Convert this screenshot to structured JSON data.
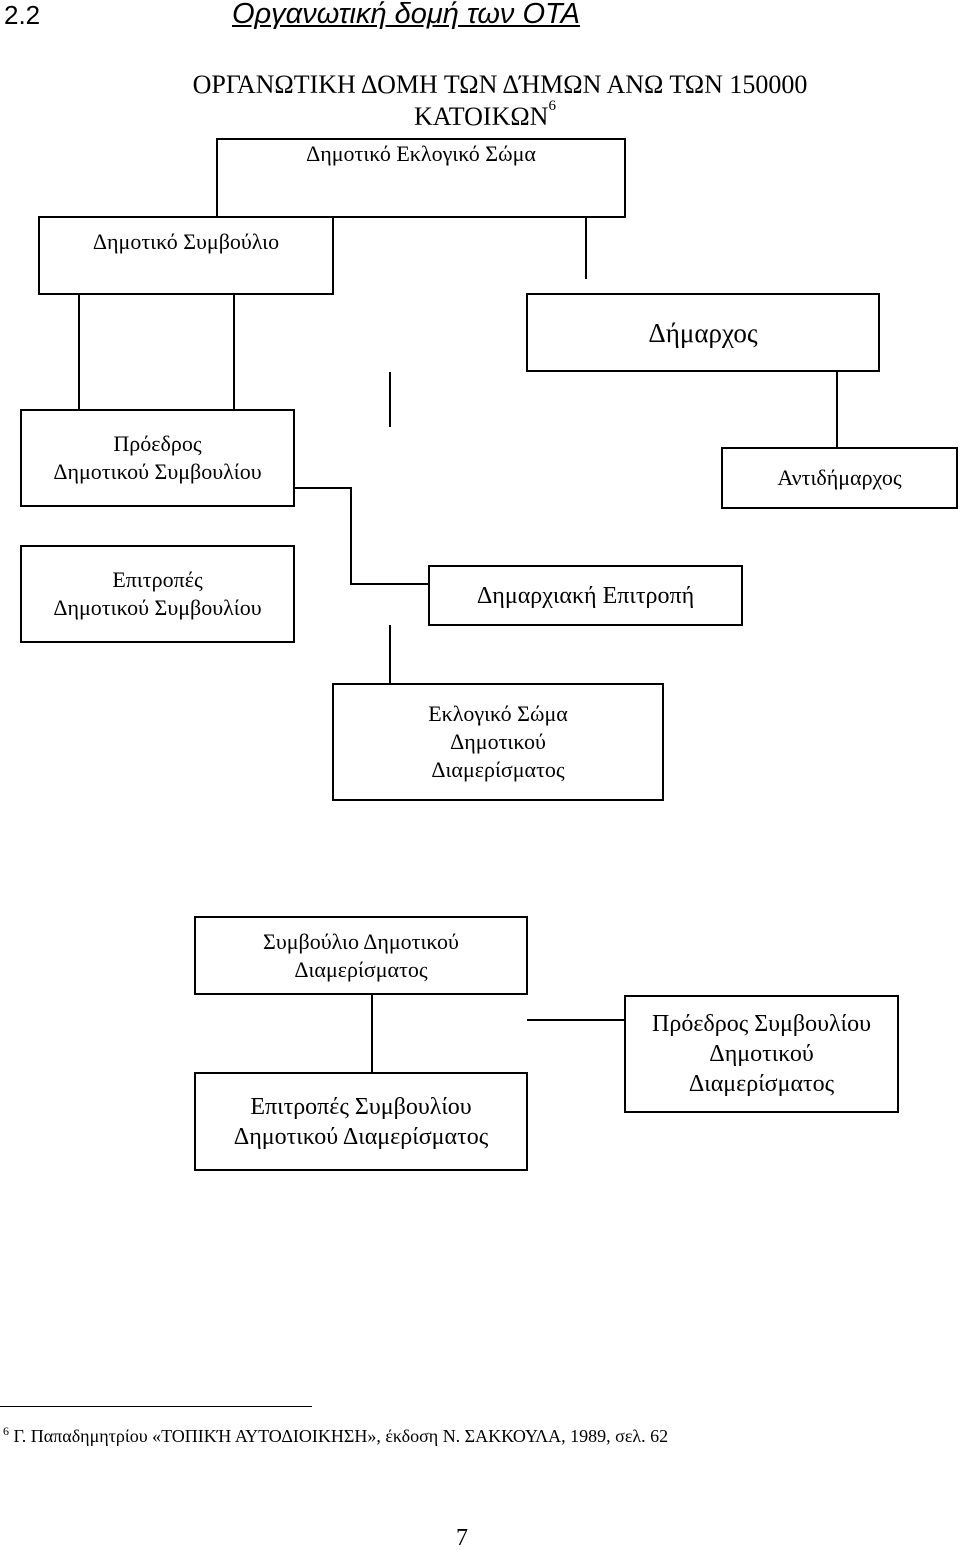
{
  "heading": {
    "number": "2.2",
    "title": "Οργανωτική δομή των ΟΤΑ"
  },
  "diagram_title": {
    "line1": "ΟΡΓΑΝΩΤΙΚΗ ΔΟΜΗ ΤΩΝ ΔΉΜΩΝ ΑΝΩ ΤΩΝ 150000",
    "line2": "ΚΑΤΟΙΚΩΝ",
    "footnote_ref": "6"
  },
  "boxes": {
    "electoral_body": [
      "Δημοτικό Εκλογικό Σώμα"
    ],
    "municipal_council": [
      "Δημοτικό Συμβούλιο"
    ],
    "mayor": [
      "Δήμαρχος"
    ],
    "council_president": [
      "Πρόεδρος",
      "Δημοτικού Συμβουλίου"
    ],
    "deputy_mayor": [
      "Αντιδήμαρχος"
    ],
    "council_committees": [
      "Επιτροπές",
      "Δημοτικού Συμβουλίου"
    ],
    "municipal_committee": [
      "Δημαρχιακή Επιτροπή"
    ],
    "district_electoral_body": [
      "Εκλογικό Σώμα",
      "Δημοτικού",
      "Διαμερίσματος"
    ],
    "district_council": [
      "Συμβούλιο Δημοτικού",
      "Διαμερίσματος"
    ],
    "district_council_president": [
      "Πρόεδρος Συμβουλίου",
      "Δημοτικού",
      "Διαμερίσματος"
    ],
    "district_council_committees": [
      "Επιτροπές Συμβουλίου",
      "Δημοτικού Διαμερίσματος"
    ]
  },
  "footnote": {
    "marker": "6",
    "text": " Γ. Παπαδημητρίου «ΤΟΠΙΚΉ ΑΥΤΟΔΙΟΙΚΗΣΗ», έκδοση Ν. ΣΑΚΚΟΥΛΑ, 1989, σελ. 62"
  },
  "page_number": "7"
}
